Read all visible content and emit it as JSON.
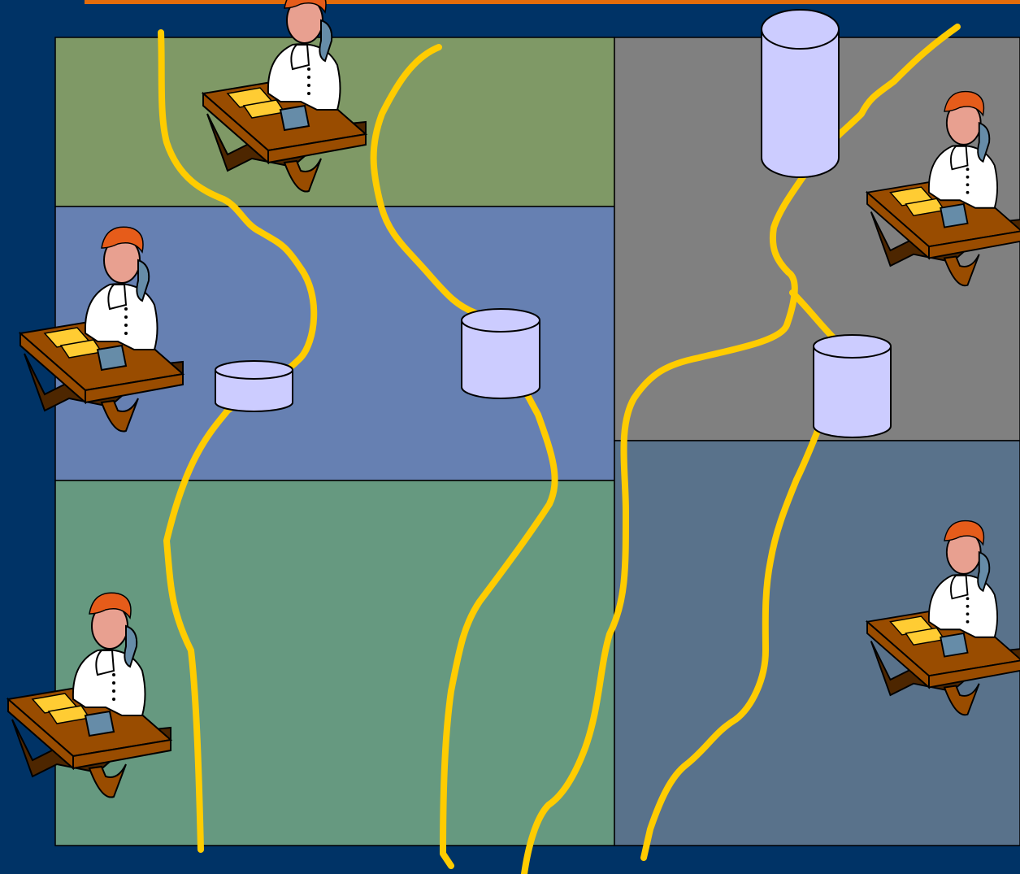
{
  "colors": {
    "background": "#003366",
    "top_bar": "#E46C0A",
    "zone_top_left": "#7F9966",
    "zone_middle_left": "#6680B2",
    "zone_bottom_left": "#669980",
    "zone_top_right": "#808080",
    "zone_bottom_right": "#59728B",
    "cable": "#FFCC00",
    "cylinder_fill": "#CCCCFF",
    "desk_wood": "#994C00",
    "desk_shadow": "#4D2600",
    "paper": "#FFCC33",
    "phone": "#668CA8",
    "hair": "#E65C1A",
    "skin": "#E8A090",
    "shirt": "#FFFFFF",
    "outline": "#000000"
  },
  "zones": [
    {
      "id": "top-left",
      "icon": "office-zone"
    },
    {
      "id": "middle-left",
      "icon": "office-zone"
    },
    {
      "id": "bottom-left",
      "icon": "office-zone"
    },
    {
      "id": "top-right",
      "icon": "office-zone"
    },
    {
      "id": "bottom-right",
      "icon": "office-zone"
    }
  ],
  "workers": [
    {
      "id": "worker-top-center",
      "icon": "office-worker-on-phone-clipart"
    },
    {
      "id": "worker-middle-left",
      "icon": "office-worker-on-phone-clipart"
    },
    {
      "id": "worker-bottom-left",
      "icon": "office-worker-on-phone-clipart"
    },
    {
      "id": "worker-top-right",
      "icon": "office-worker-on-phone-clipart"
    },
    {
      "id": "worker-bottom-right",
      "icon": "office-worker-on-phone-clipart"
    }
  ],
  "databases": [
    {
      "id": "db-small-left",
      "icon": "database-cylinder-icon"
    },
    {
      "id": "db-center",
      "icon": "database-cylinder-icon"
    },
    {
      "id": "db-tall-top-right",
      "icon": "database-cylinder-icon"
    },
    {
      "id": "db-right",
      "icon": "database-cylinder-icon"
    }
  ],
  "cables": [
    {
      "id": "cable-1"
    },
    {
      "id": "cable-2"
    },
    {
      "id": "cable-3"
    },
    {
      "id": "cable-4"
    },
    {
      "id": "cable-5"
    }
  ]
}
